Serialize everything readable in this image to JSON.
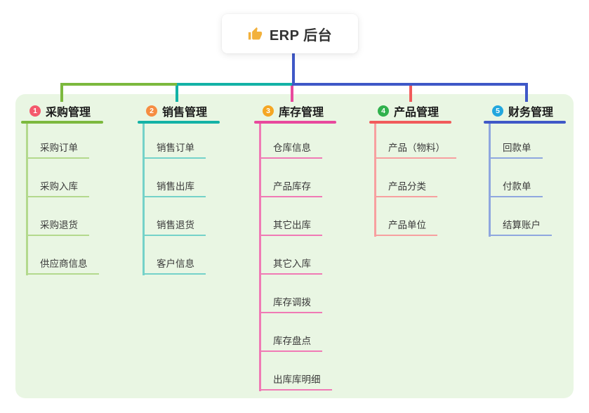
{
  "root": {
    "title": "ERP 后台",
    "icon": "thumbs-up-icon",
    "icon_color": "#f2b13c",
    "connector_color": "#3f58c7"
  },
  "panel": {
    "background": "#e9f6e3"
  },
  "branches": [
    {
      "badge": "1",
      "badge_color": "#f4586c",
      "label": "采购管理",
      "line_color": "#7cb93e",
      "child_line_color": "#b3d98d",
      "children": [
        "采购订单",
        "采购入库",
        "采购退货",
        "供应商信息"
      ]
    },
    {
      "badge": "2",
      "badge_color": "#f68d42",
      "label": "销售管理",
      "line_color": "#13b2a6",
      "child_line_color": "#74d2c9",
      "children": [
        "销售订单",
        "销售出库",
        "销售退货",
        "客户信息"
      ]
    },
    {
      "badge": "3",
      "badge_color": "#f5a623",
      "label": "库存管理",
      "line_color": "#e8499d",
      "child_line_color": "#f07ab5",
      "children": [
        "仓库信息",
        "产品库存",
        "其它出库",
        "其它入库",
        "库存调拨",
        "库存盘点",
        "出库库明细"
      ]
    },
    {
      "badge": "4",
      "badge_color": "#30b14d",
      "label": "产品管理",
      "line_color": "#f15b5b",
      "child_line_color": "#f7a0a0",
      "children": [
        "产品（物料）",
        "产品分类",
        "产品单位"
      ]
    },
    {
      "badge": "5",
      "badge_color": "#22a7de",
      "label": "财务管理",
      "line_color": "#3f58c7",
      "child_line_color": "#8fa7df",
      "children": [
        "回款单",
        "付款单",
        "结算账户"
      ]
    }
  ]
}
